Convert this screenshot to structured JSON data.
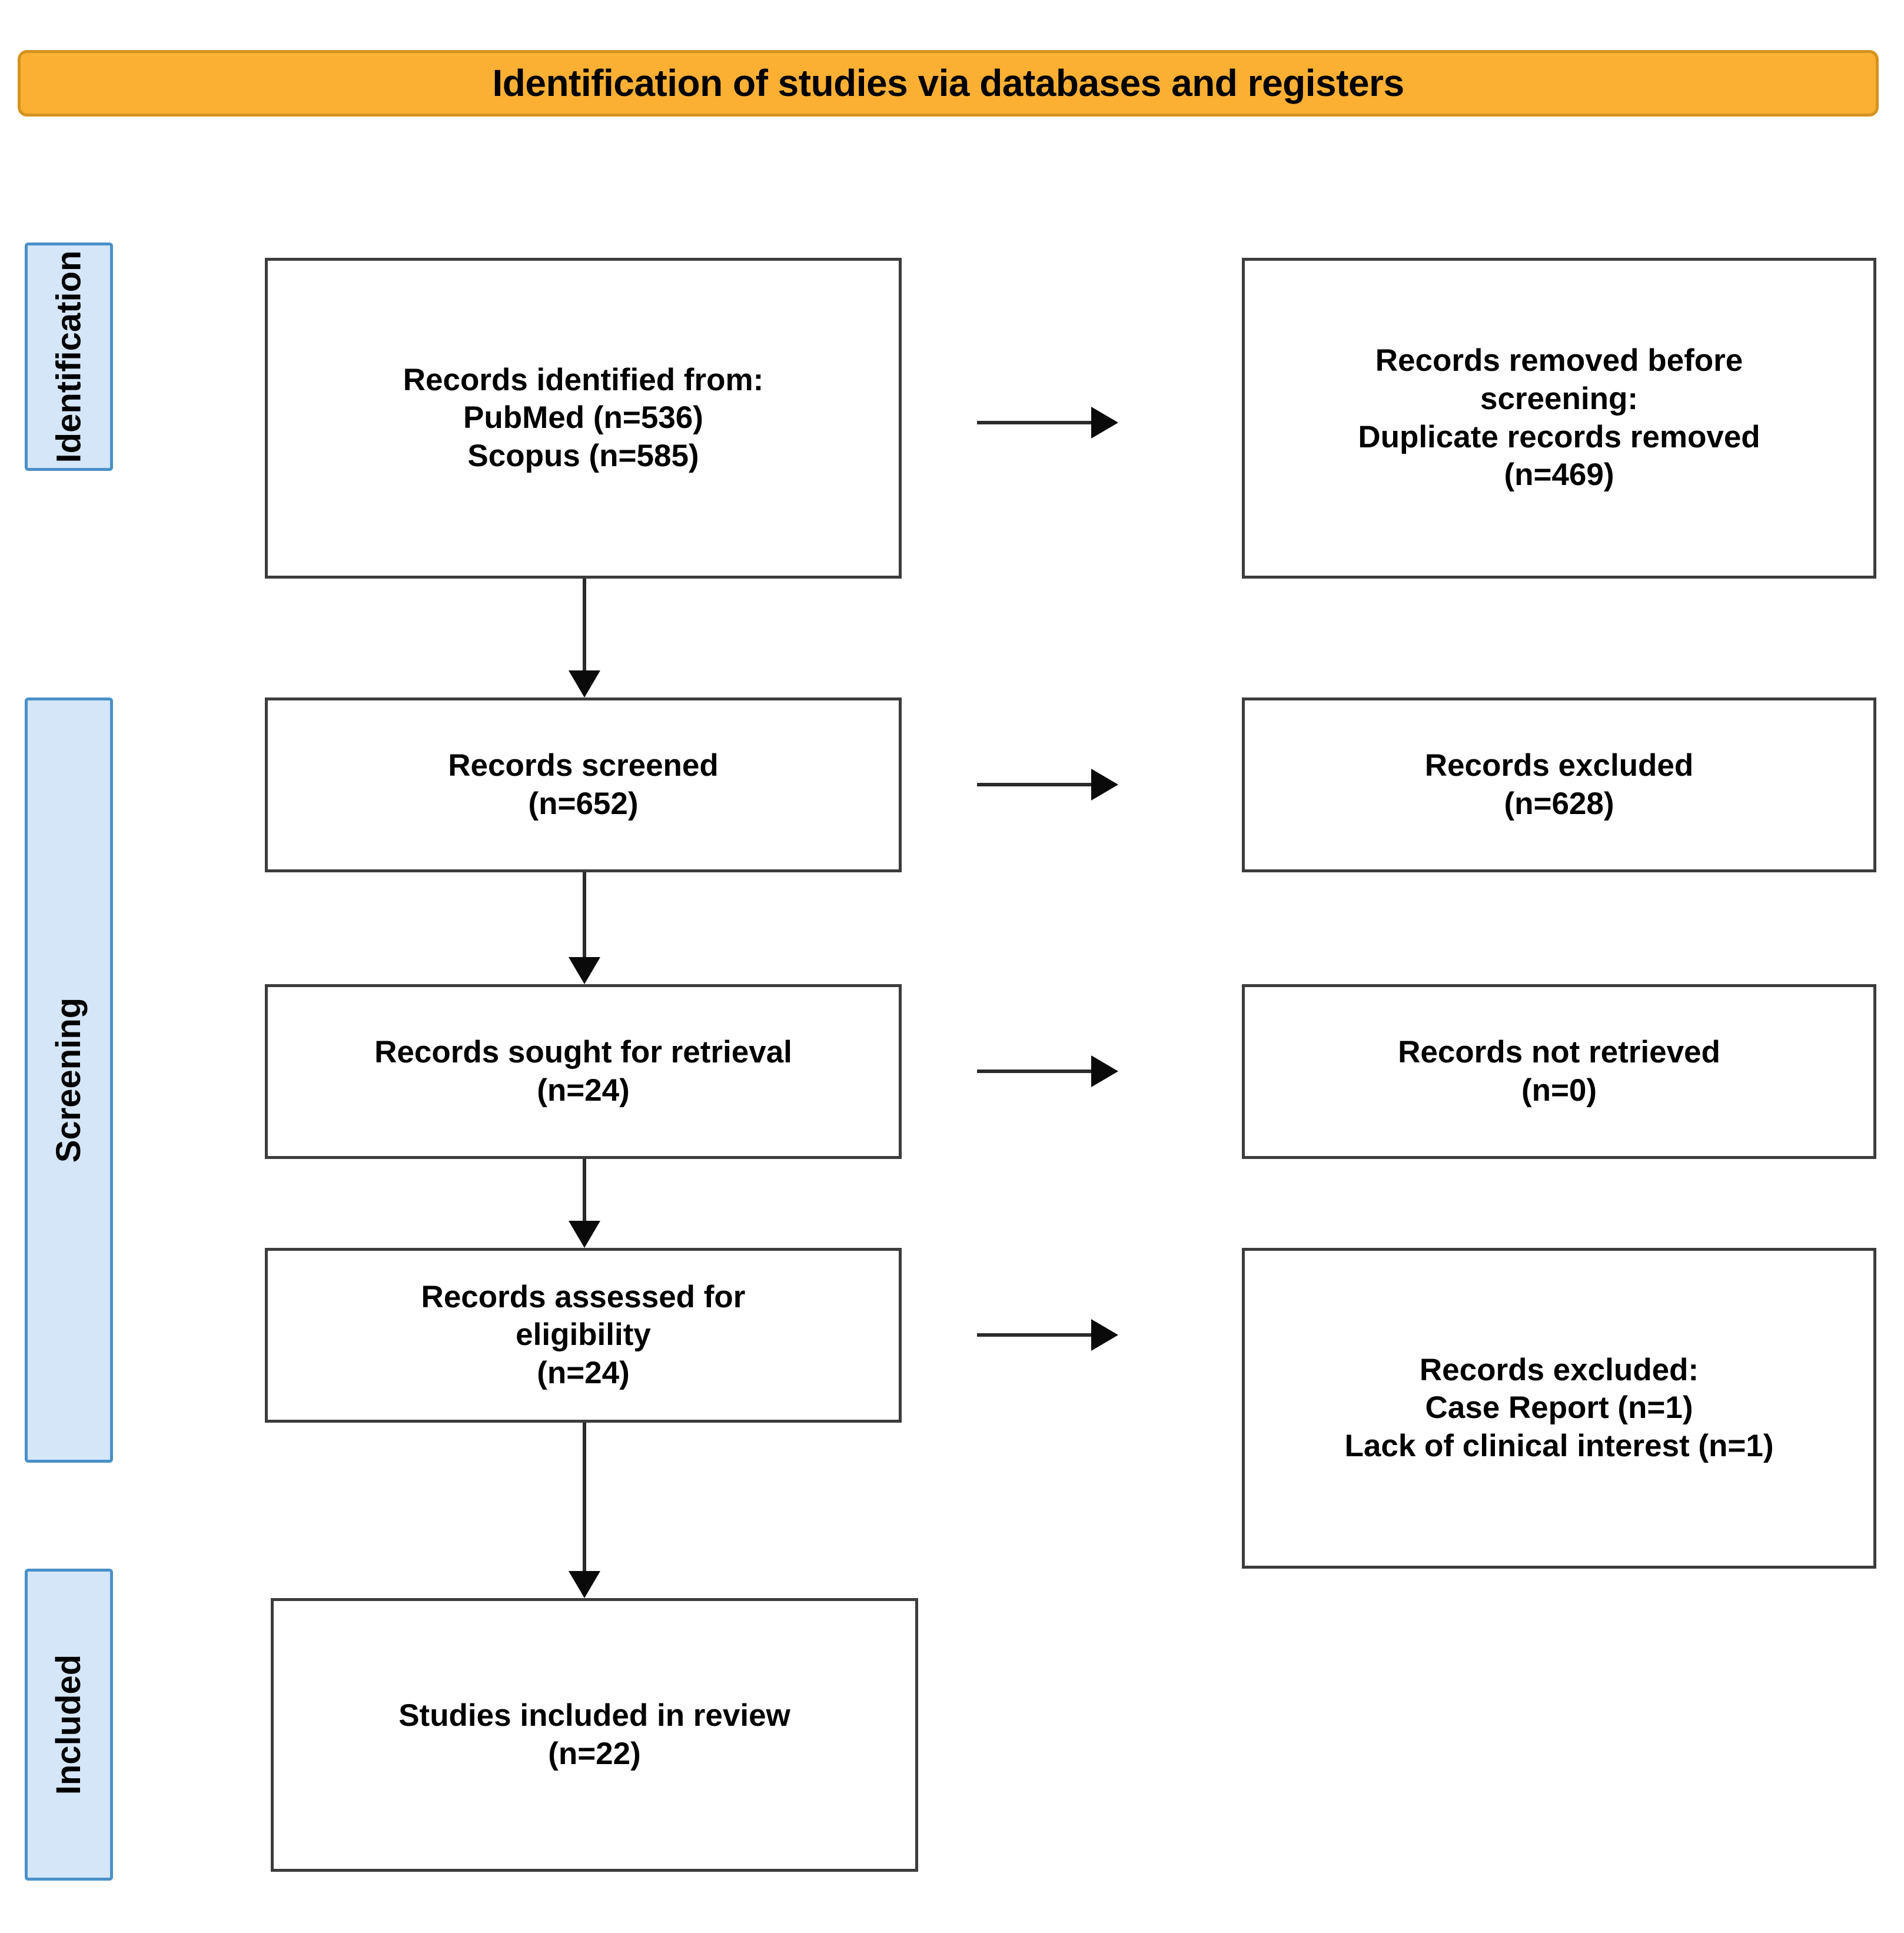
{
  "header": {
    "title": "Identification of studies via databases and registers",
    "fill_color": "#FBB034",
    "border_color": "#D4921F"
  },
  "stages": [
    {
      "id": "identification",
      "label": "Identification"
    },
    {
      "id": "screening",
      "label": "Screening"
    },
    {
      "id": "included",
      "label": "Included"
    }
  ],
  "stage_style": {
    "fill_color": "#D4E6F7",
    "border_color": "#4A90C8"
  },
  "boxes": {
    "identified": "Records identified from:\nPubMed (n=536)\nScopus (n=585)",
    "removed": "Records removed before\nscreening:\nDuplicate records removed\n(n=469)",
    "screened": "Records screened\n(n=652)",
    "excluded": "Records excluded\n(n=628)",
    "sought": "Records sought for retrieval\n(n=24)",
    "not_retrieved": "Records not retrieved\n(n=0)",
    "assessed": "Records assessed for\neligibility\n(n=24)",
    "excluded_reasons": "Records excluded:\nCase Report (n=1)\nLack of clinical interest (n=1)",
    "included": "Studies included in review\n(n=22)"
  },
  "flow_counts": {
    "pubmed": 536,
    "scopus": 585,
    "duplicates_removed": 469,
    "records_screened": 652,
    "records_excluded": 628,
    "sought_for_retrieval": 24,
    "not_retrieved": 0,
    "assessed_for_eligibility": 24,
    "excluded_case_report": 1,
    "excluded_lack_of_clinical_interest": 1,
    "studies_included": 22
  },
  "box_style": {
    "fill_color": "#FFFFFF",
    "border_color": "#3C3C3C"
  },
  "connector_color": "#2B2B2B"
}
